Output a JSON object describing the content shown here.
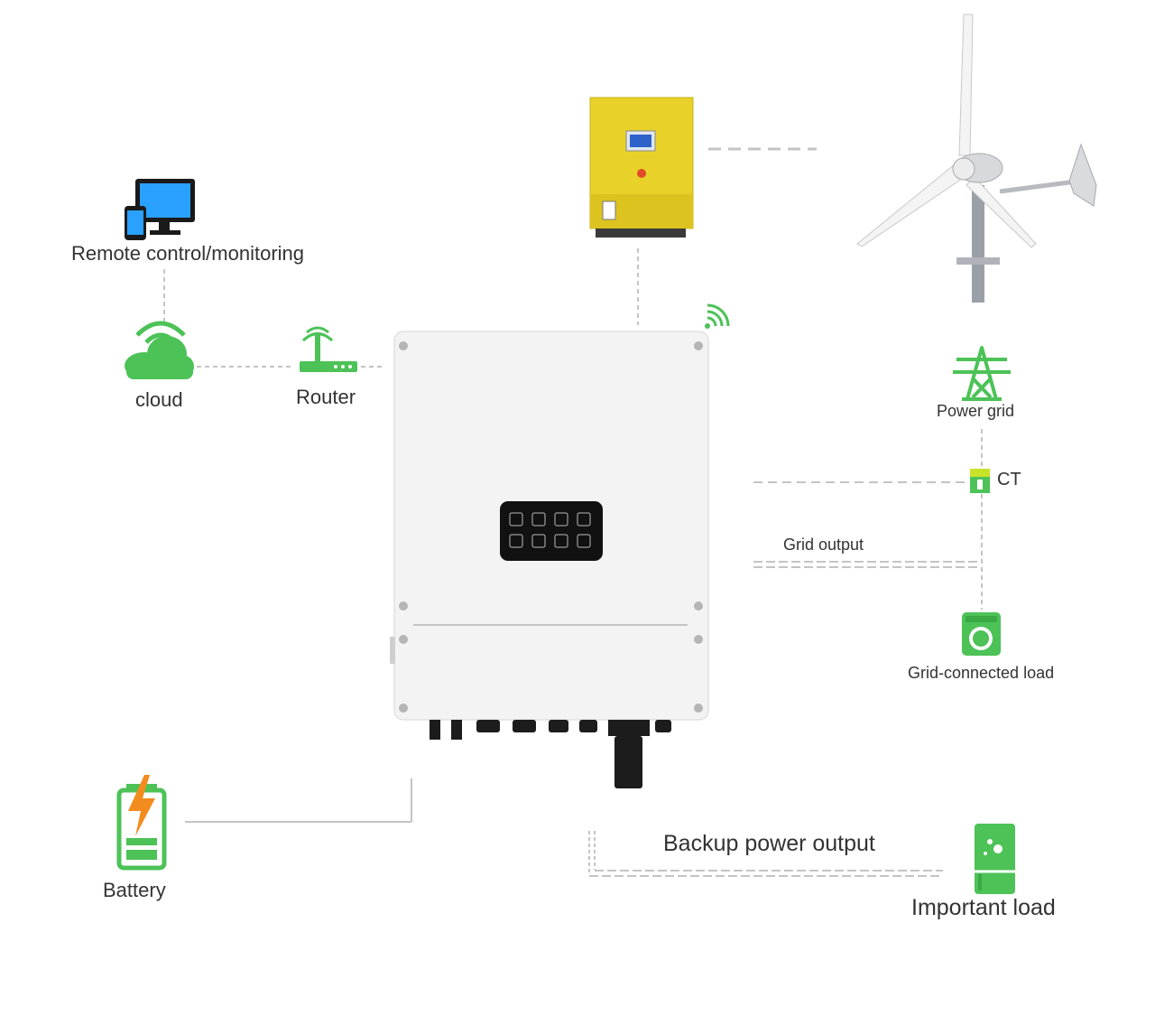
{
  "labels": {
    "remote": "Remote control/monitoring",
    "cloud": "cloud",
    "router": "Router",
    "power_grid": "Power grid",
    "ct": "CT",
    "grid_output": "Grid output",
    "grid_load": "Grid-connected load",
    "battery": "Battery",
    "backup_output": "Backup power output",
    "important_load": "Important load"
  },
  "colors": {
    "icon_green": "#4cc257",
    "icon_blue": "#1a8cff",
    "battery_bolt": "#f28c1e",
    "controller_yellow": "#e8d22a",
    "inverter_body": "#f3f3f3",
    "line_gray": "#c4c4c4"
  },
  "icons": [
    "computer-monitor-icon",
    "smartphone-icon",
    "wifi-cloud-icon",
    "router-icon",
    "wifi-signal-icon",
    "transmission-tower-icon",
    "ct-sensor-icon",
    "washing-machine-icon",
    "battery-icon",
    "refrigerator-icon",
    "wind-turbine"
  ]
}
